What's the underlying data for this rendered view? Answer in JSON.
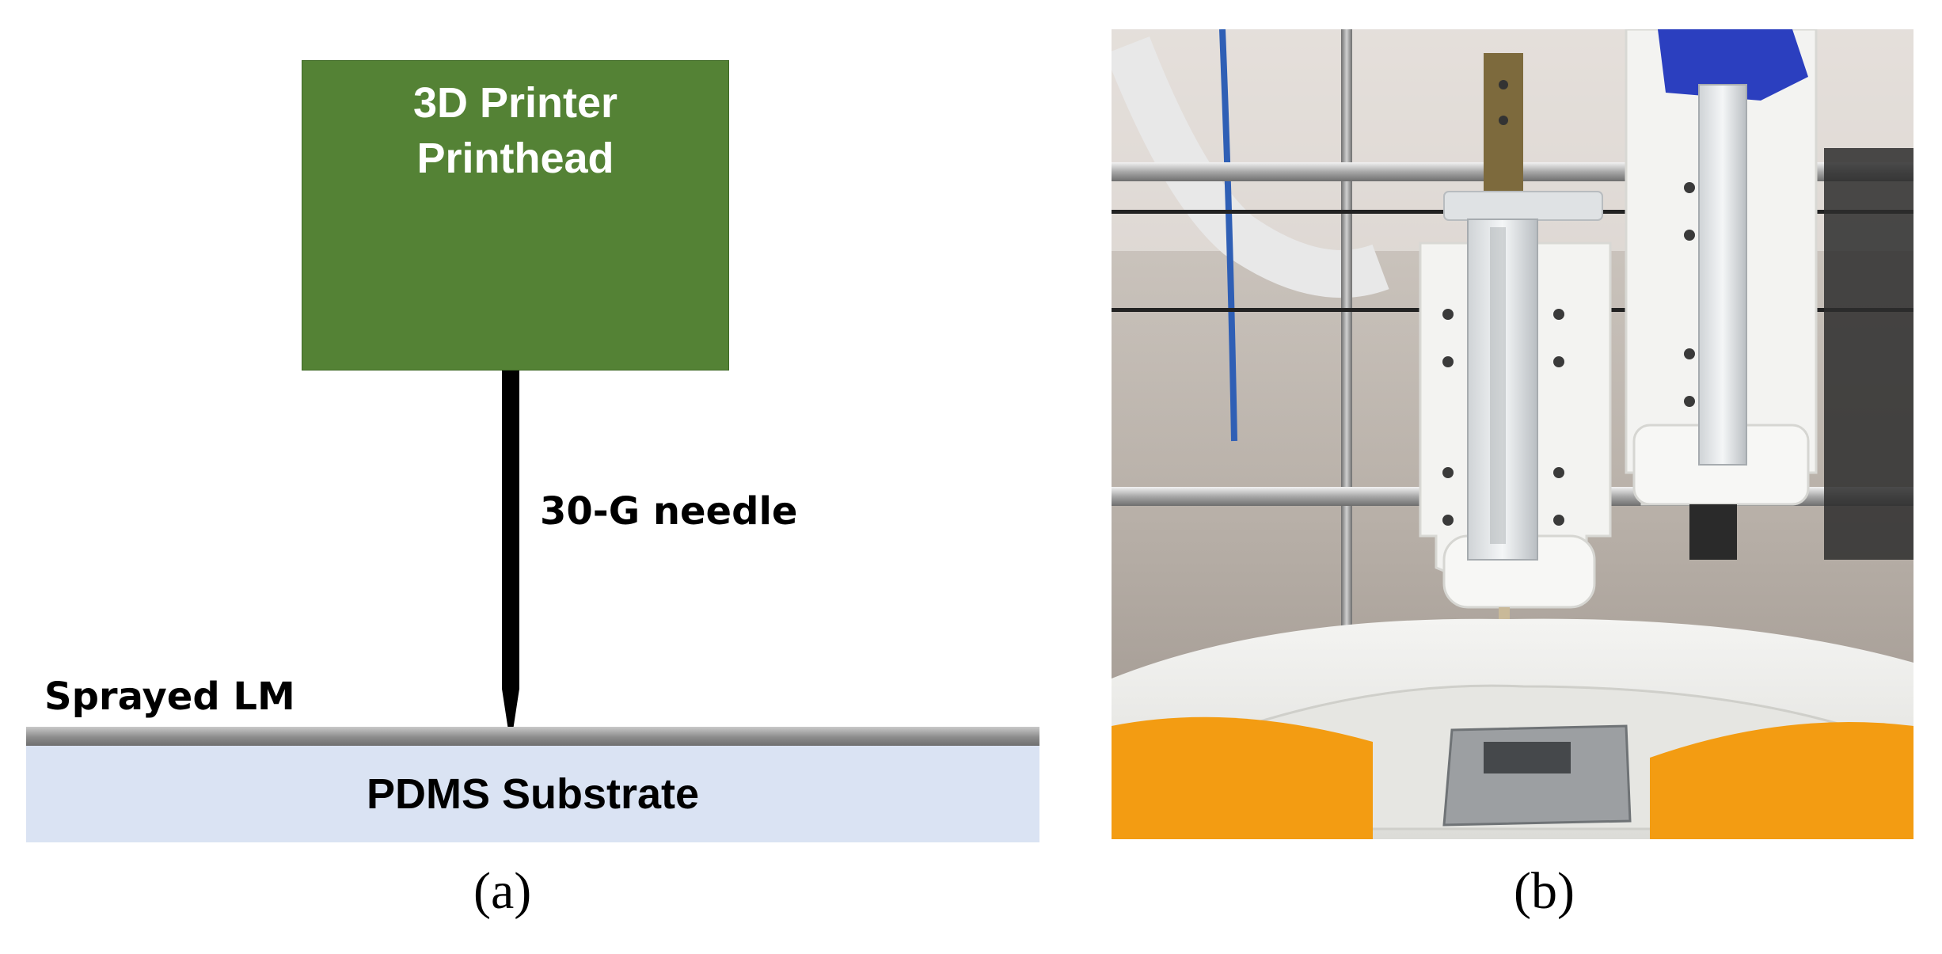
{
  "panel_a": {
    "printhead_line1": "3D Printer",
    "printhead_line2": "Printhead",
    "needle_label": "30-G needle",
    "layer_label": "Sprayed LM",
    "substrate_label": "PDMS Substrate",
    "caption": "(a)"
  },
  "panel_b": {
    "caption": "(b)"
  },
  "colors": {
    "printhead": "#548235",
    "substrate": "#dae3f3",
    "lm_layer": "#8c8c8c",
    "tape": "#f39c12"
  }
}
